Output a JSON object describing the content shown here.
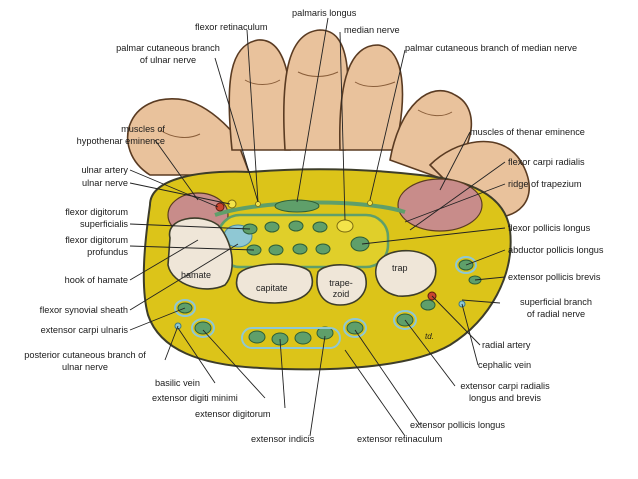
{
  "labels": {
    "palmaris_longus": "palmaris longus",
    "flexor_retinaculum": "flexor retinaculum",
    "median_nerve": "median nerve",
    "palmar_cut_ulnar_1": "palmar cutaneous branch",
    "palmar_cut_ulnar_2": "of ulnar nerve",
    "palmar_cut_median": "palmar cutaneous branch of median nerve",
    "hypothenar_1": "muscles of",
    "hypothenar_2": "hypothenar eminence",
    "thenar": "muscles of thenar eminence",
    "ulnar_artery": "ulnar artery",
    "ulnar_nerve": "ulnar nerve",
    "flexor_carpi_radialis": "flexor carpi radialis",
    "ridge_trapezium": "ridge of trapezium",
    "fds_1": "flexor digitorum",
    "fds_2": "superficialis",
    "fdp_1": "flexor digitorum",
    "fdp_2": "profundus",
    "fpl": "flexor pollicis longus",
    "apl": "abductor pollicis longus",
    "hook_hamate": "hook of hamate",
    "epb": "extensor pollicis brevis",
    "flexor_synovial_sheath": "flexor synovial sheath",
    "sup_branch_radial_1": "superficial branch",
    "sup_branch_radial_2": "of radial nerve",
    "ecu": "extensor carpi ulnaris",
    "radial_artery": "radial artery",
    "post_cut_ulnar_1": "posterior cutaneous branch of",
    "post_cut_ulnar_2": "ulnar nerve",
    "cephalic_vein": "cephalic vein",
    "basilic_vein": "basilic vein",
    "ecr_1": "extensor carpi radialis",
    "ecr_2": "longus and brevis",
    "edm": "extensor digiti minimi",
    "ed": "extensor digitorum",
    "epl": "extensor pollicis longus",
    "extensor_indicis": "extensor indicis",
    "extensor_retinaculum": "extensor retinaculum",
    "hamate": "hamate",
    "capitate": "capitate",
    "trapezoid_1": "trape-",
    "trapezoid_2": "zoid",
    "trap": "trap",
    "signature": "td."
  },
  "colors": {
    "skin": "#e9c29c",
    "skin_outline": "#5a3b22",
    "wrist_body": "#dcc419",
    "wrist_outline": "#3d3d2a",
    "tendon": "#5f9f6a",
    "sheath": "#8fc8d4",
    "nerve": "#f3e44a",
    "artery": "#c8452f",
    "bone": "#efe6d8",
    "muscle": "#c88c8a"
  }
}
